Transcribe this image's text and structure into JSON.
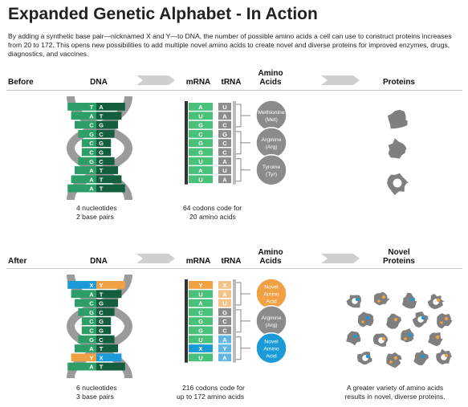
{
  "title": "Expanded Genetic Alphabet - In Action",
  "intro": "By adding a synthetic base pair—nicknamed X and Y—to DNA, the number of possible amino acids a cell can use to construct proteins increases from 20 to 172. This opens new possibilities to add multiple novel amino acids to create novel and diverse proteins for improved enzymes, drugs, diagnostics, and vaccines.",
  "colors": {
    "dna_green": "#2e9e68",
    "dna_dark": "#135e3c",
    "rna_green": "#49c17a",
    "helix_gray": "#9b9b9b",
    "trna_gray": "#8d8d8d",
    "amino_gray": "#8b8b8b",
    "novel_orange": "#f0a144",
    "novel_blue": "#1a9ad6",
    "protein_gray": "#7f7f7f"
  },
  "before": {
    "row_label": "Before",
    "headers": {
      "dna": "DNA",
      "mrna": "mRNA",
      "trna": "tRNA",
      "amino": "Amino Acids",
      "proteins": "Proteins"
    },
    "dna_pairs": [
      [
        "T",
        "A"
      ],
      [
        "A",
        "T"
      ],
      [
        "C",
        "G"
      ],
      [
        "G",
        "C"
      ],
      [
        "C",
        "G"
      ],
      [
        "C",
        "G"
      ],
      [
        "G",
        "C"
      ],
      [
        "A",
        "T"
      ],
      [
        "A",
        "T"
      ],
      [
        "A",
        "T"
      ]
    ],
    "mrna": [
      "A",
      "U",
      "G",
      "C",
      "G",
      "G",
      "U",
      "A",
      "U"
    ],
    "trna": [
      "U",
      "A",
      "C",
      "G",
      "C",
      "C",
      "A",
      "U",
      "A"
    ],
    "amino_acids": [
      {
        "name": "Methionine",
        "abbr": "(Met)"
      },
      {
        "name": "Arginine",
        "abbr": "(Arg)"
      },
      {
        "name": "Tyroine",
        "abbr": "(Tyr)"
      }
    ],
    "dna_caption": [
      "4 nucleotides",
      "2 base pairs"
    ],
    "codon_caption": [
      "64 codons code for",
      "20 amino acids"
    ]
  },
  "after": {
    "row_label": "After",
    "headers": {
      "dna": "DNA",
      "mrna": "mRNA",
      "trna": "tRNA",
      "amino": "Amino Acids",
      "proteins": "Novel Proteins"
    },
    "dna_pairs": [
      [
        "X",
        "Y"
      ],
      [
        "A",
        "T"
      ],
      [
        "C",
        "G"
      ],
      [
        "G",
        "C"
      ],
      [
        "C",
        "G"
      ],
      [
        "C",
        "G"
      ],
      [
        "G",
        "C"
      ],
      [
        "A",
        "T"
      ],
      [
        "Y",
        "X"
      ],
      [
        "A",
        "T"
      ]
    ],
    "mrna": [
      "Y",
      "U",
      "A",
      "C",
      "G",
      "G",
      "U",
      "X",
      "U"
    ],
    "trna": [
      "X",
      "A",
      "U",
      "G",
      "C",
      "C",
      "A",
      "Y",
      "A"
    ],
    "amino_acids": [
      {
        "name": "Novel",
        "abbr": "Amino",
        "extra": "Acid"
      },
      {
        "name": "Arginine",
        "abbr": "(Arg)"
      },
      {
        "name": "Novel",
        "abbr": "Amino",
        "extra": "Acid"
      }
    ],
    "dna_caption": [
      "6 nucleotides",
      "3 base pairs"
    ],
    "codon_caption": [
      "216 codons code for",
      "up to 172 amino acids"
    ],
    "protein_caption": [
      "A greater variety of amino acids",
      "results in novel, diverse proteins."
    ]
  }
}
